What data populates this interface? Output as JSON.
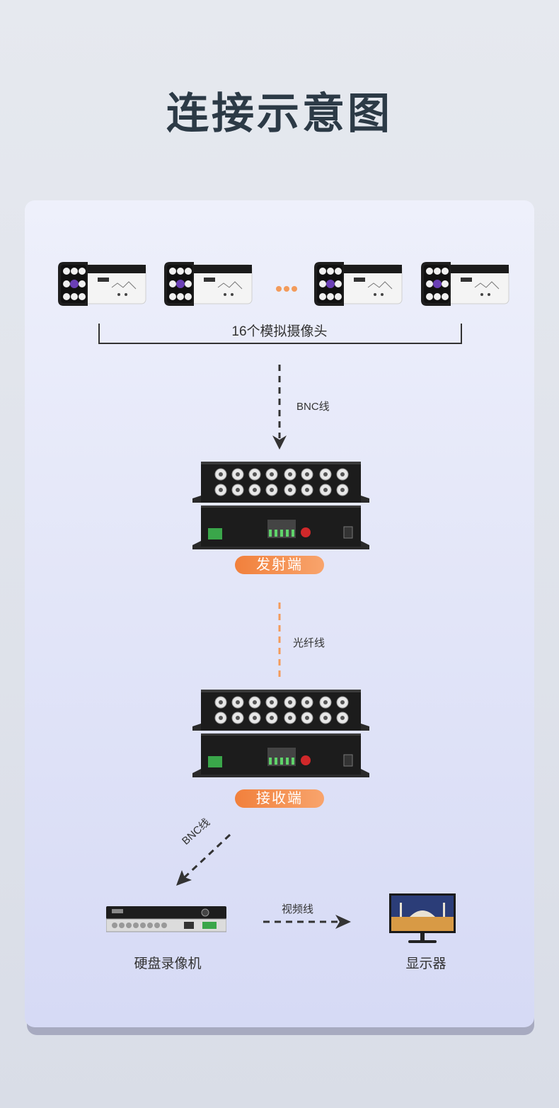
{
  "title": "连接示意图",
  "cameras": {
    "label": "16个模拟摄像头",
    "items": [
      "camera-1",
      "camera-2",
      "camera-3",
      "camera-4"
    ],
    "ellipsis_color": "#f39b5b"
  },
  "links": {
    "bnc_top": "BNC线",
    "fiber": "光纤线",
    "bnc_bottom": "BNC线",
    "video": "视频线"
  },
  "transmitter": {
    "badge": "发射端"
  },
  "receiver": {
    "badge": "接收端"
  },
  "dvr": {
    "label": "硬盘录像机"
  },
  "monitor": {
    "label": "显示器"
  },
  "colors": {
    "accent": "#f1803c",
    "title": "#2c3a46",
    "line": "#333333"
  },
  "icons": [
    "camera-icon",
    "optical-transceiver-icon",
    "dvr-icon",
    "monitor-icon",
    "arrow-down-icon",
    "arrow-right-icon"
  ]
}
